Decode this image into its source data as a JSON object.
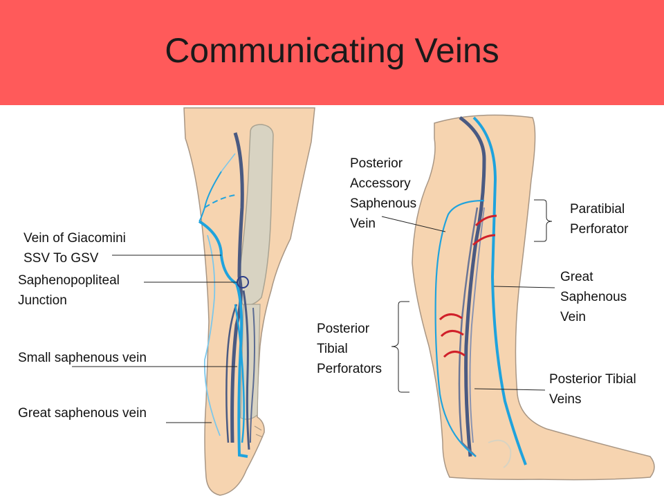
{
  "title": "Communicating Veins",
  "colors": {
    "header": "#ff5a5a",
    "skin": "#f6d4b0",
    "bone": "#d8d3c2",
    "dark_vein": "#4a5a82",
    "light_vein": "#1fa3dd",
    "perforator": "#d0202a"
  },
  "left_labels": {
    "giacomini_line1": "Vein of Giacomini",
    "giacomini_line2": "SSV To GSV",
    "junction_line1": "Saphenopopliteal",
    "junction_line2": "Junction",
    "small_saphenous": "Small saphenous vein",
    "great_saphenous": "Great saphenous vein"
  },
  "right_labels": {
    "posterior_accessory": [
      "Posterior",
      "Accessory",
      "Saphenous",
      "Vein"
    ],
    "paratibial": [
      "Paratibial",
      "Perforator"
    ],
    "great_saphenous": [
      "Great",
      "Saphenous",
      "Vein"
    ],
    "posterior_tibial_perforators": [
      "Posterior",
      "Tibial",
      "Perforators"
    ],
    "posterior_tibial_veins": [
      "Posterior Tibial",
      "Veins"
    ]
  }
}
